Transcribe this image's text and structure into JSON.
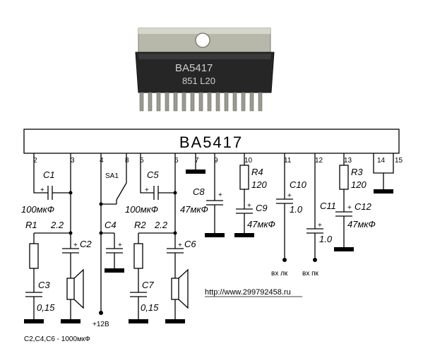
{
  "chip": {
    "marking_line1": "BA5417",
    "marking_line2": "851 L20"
  },
  "block_label": "BA5417",
  "pins": [
    "2",
    "3",
    "4",
    "8",
    "5",
    "6",
    "7",
    "9",
    "10",
    "11",
    "12",
    "13",
    "14",
    "15"
  ],
  "components": {
    "c1": "C1",
    "c1_val": "100мкФ",
    "c2": "C2",
    "c3": "C3",
    "c3_val": "0,15",
    "c4": "C4",
    "c5": "C5",
    "c5_val": "100мкФ",
    "c6": "C6",
    "c7": "C7",
    "c7_val": "0,15",
    "c8": "C8",
    "c8_val": "47мкФ",
    "c9": "C9",
    "c9_val": "47мкФ",
    "c10": "C10",
    "c10_val": "1.0",
    "c11": "C11",
    "c11_val": "1.0",
    "c12": "C12",
    "c12_val": "47мкФ",
    "r1": "R1",
    "r1_val": "2.2",
    "r2": "R2",
    "r2_val": "2.2",
    "r3": "R3",
    "r3_val": "120",
    "r4": "R4",
    "r4_val": "120",
    "sa1": "SA1"
  },
  "labels": {
    "supply": "+12В",
    "input_left": "вх лк",
    "input_right": "вх пк",
    "url": "http://www.299792458.ru",
    "note": "C2,C4,C6 - 1000мкФ",
    "plus": "+"
  }
}
